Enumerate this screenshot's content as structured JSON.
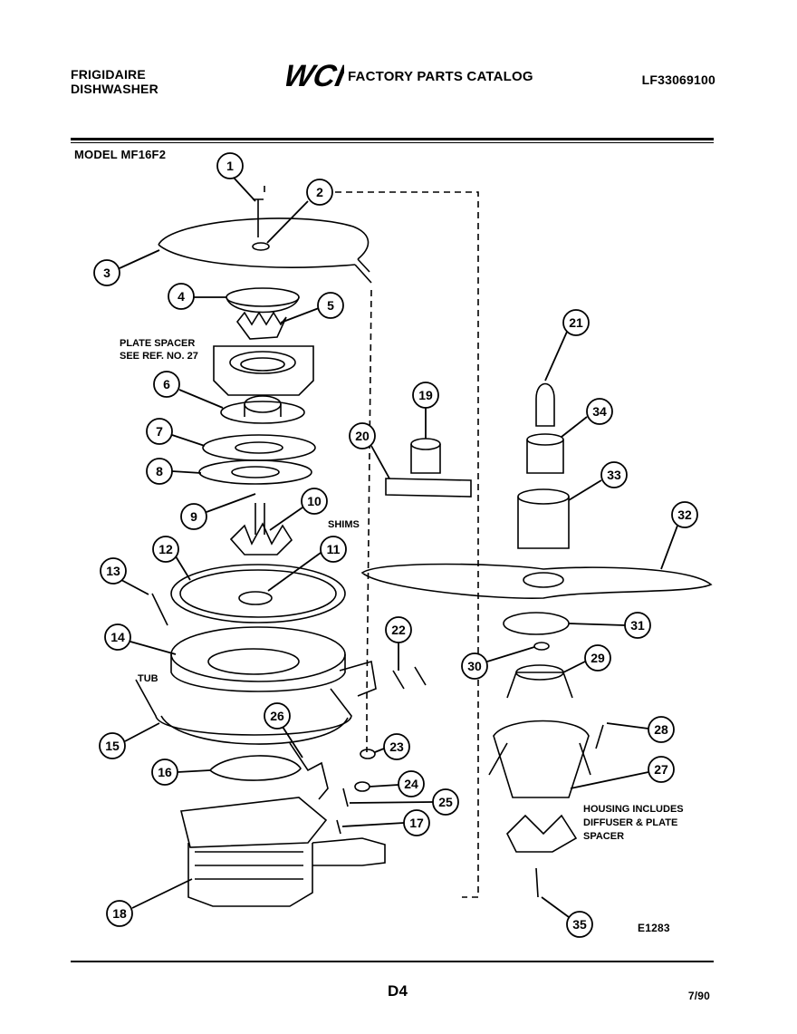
{
  "header": {
    "brand_line1": "FRIGIDAIRE",
    "brand_line2": "DISHWASHER",
    "logo_text": "WCI",
    "catalog_title": "FACTORY PARTS CATALOG",
    "catalog_number": "LF33069100"
  },
  "model": "MODEL MF16F2",
  "notes": {
    "plate_spacer_1": "PLATE SPACER",
    "plate_spacer_2": "SEE REF. NO. 27",
    "shims": "SHIMS",
    "tub": "TUB",
    "housing_1": "HOUSING INCLUDES",
    "housing_2": "DIFFUSER & PLATE",
    "housing_3": "SPACER"
  },
  "callouts": [
    "1",
    "2",
    "3",
    "4",
    "5",
    "6",
    "7",
    "8",
    "9",
    "10",
    "11",
    "12",
    "13",
    "14",
    "15",
    "16",
    "17",
    "18",
    "19",
    "20",
    "21",
    "22",
    "23",
    "24",
    "25",
    "26",
    "27",
    "28",
    "29",
    "30",
    "31",
    "32",
    "33",
    "34",
    "35"
  ],
  "footer": {
    "drawing_code": "E1283",
    "page_code": "D4",
    "date_code": "7/90"
  }
}
